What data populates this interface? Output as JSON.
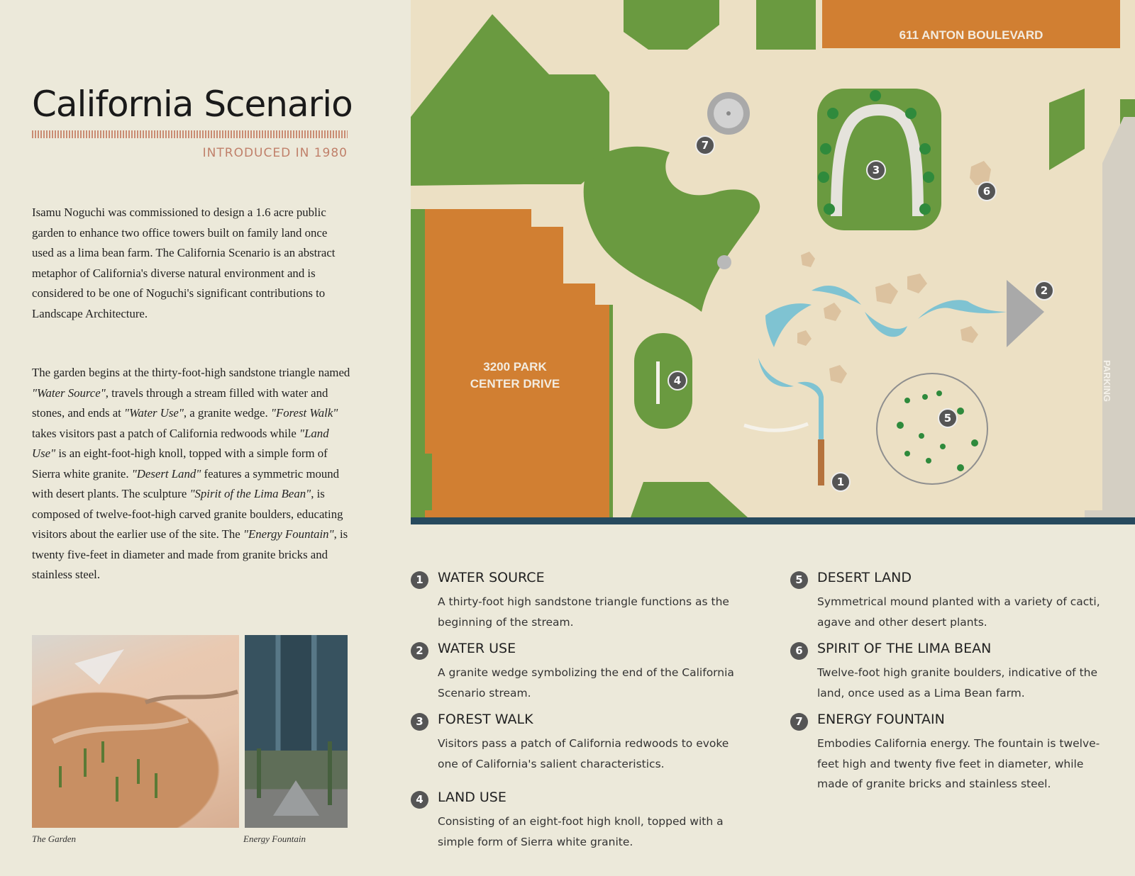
{
  "heading": {
    "title": "California Scenario",
    "subtitle": "INTRODUCED IN 1980"
  },
  "intro": {
    "p1": "Isamu Noguchi was commissioned to design a 1.6 acre public garden to enhance two office towers built on family land once used as a lima bean farm. The California Scenario is an abstract metaphor of California's diverse natural environment and is considered to be one of Noguchi's significant contributions to Landscape Architecture.",
    "p2": [
      {
        "t": "The garden begins at the thirty-foot-high sandstone triangle named "
      },
      {
        "t": "\"Water Source\"",
        "i": true
      },
      {
        "t": ", travels through a stream filled with water and stones, and ends at "
      },
      {
        "t": "\"Water Use\"",
        "i": true
      },
      {
        "t": ", a granite wedge. "
      },
      {
        "t": "\"Forest Walk\"",
        "i": true
      },
      {
        "t": " takes visitors past a patch of California redwoods while "
      },
      {
        "t": "\"Land Use\"",
        "i": true
      },
      {
        "t": " is an eight-foot-high knoll, topped with a simple form of Sierra white granite. "
      },
      {
        "t": "\"Desert Land\"",
        "i": true
      },
      {
        "t": " features a symmetric mound with desert plants. The sculpture "
      },
      {
        "t": "\"Spirit of the Lima Bean\"",
        "i": true
      },
      {
        "t": ", is composed of twelve-foot-high carved granite boulders, educating visitors about the earlier use of the site. The "
      },
      {
        "t": "\"Energy Fountain\"",
        "i": true
      },
      {
        "t": ", is twenty five-feet in diameter and made from granite bricks and stainless steel."
      }
    ]
  },
  "photos": [
    {
      "caption": "The Garden"
    },
    {
      "caption": "Energy Fountain"
    }
  ],
  "map": {
    "buildings": {
      "top": "611 ANTON BOULEVARD",
      "left_line1": "3200 PARK",
      "left_line2": "CENTER DRIVE"
    },
    "parking_label": "PARKING",
    "markers": [
      "1",
      "2",
      "3",
      "4",
      "5",
      "6",
      "7"
    ],
    "colors": {
      "grass": "#6a9a40",
      "building": "#d17f32",
      "paving": "#ece0c4",
      "water": "#7fc3d2",
      "stone": "#dcc29f"
    }
  },
  "legend": [
    {
      "num": "1",
      "title": "WATER SOURCE",
      "desc": "A thirty-foot high sandstone triangle functions as the beginning of the stream."
    },
    {
      "num": "2",
      "title": "WATER USE",
      "desc": "A granite wedge symbolizing the end of the California Scenario stream."
    },
    {
      "num": "3",
      "title": "FOREST WALK",
      "desc": "Visitors pass a patch of California redwoods to evoke one of California's salient characteristics."
    },
    {
      "num": "4",
      "title": "LAND USE",
      "desc": "Consisting of an eight-foot high knoll, topped with a simple form of Sierra white granite."
    },
    {
      "num": "5",
      "title": "DESERT LAND",
      "desc": "Symmetrical mound planted with a variety of cacti, agave and other desert plants."
    },
    {
      "num": "6",
      "title": "SPIRIT OF THE LIMA BEAN",
      "desc": "Twelve-foot high granite boulders, indicative of the land, once used as a Lima Bean farm."
    },
    {
      "num": "7",
      "title": "ENERGY FOUNTAIN",
      "desc": "Embodies California energy. The fountain is twelve-feet high and twenty five feet in diameter, while made of granite bricks and stainless steel."
    }
  ]
}
